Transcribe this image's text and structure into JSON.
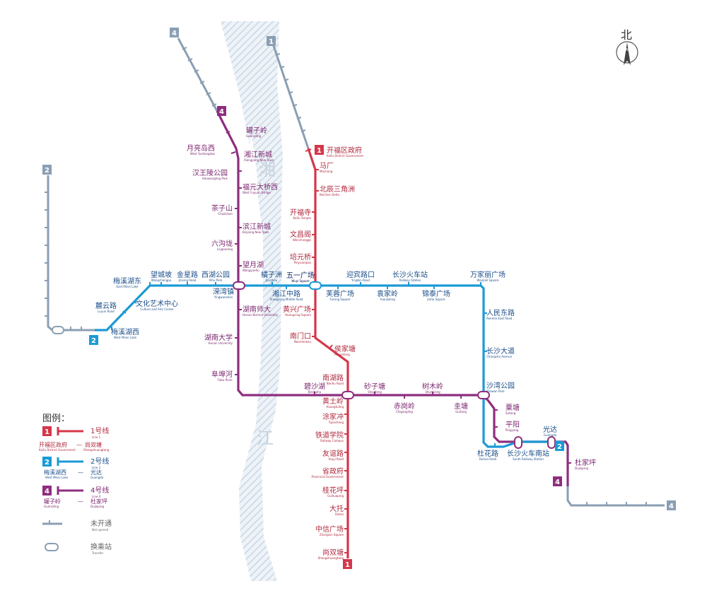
{
  "colors": {
    "line1": "#d4364a",
    "line2": "#1b9ad6",
    "line4": "#8e2e7e",
    "unopened": "#8a9fb3",
    "river": "#c9d6e4"
  },
  "river": {
    "label_1": "湘",
    "label_2": "江"
  },
  "compass": {
    "label": "北",
    "sub": "N"
  },
  "lines": {
    "line1": {
      "badge": "1",
      "stations": [
        {
          "cn": "开福区政府",
          "en": "Kaifu District Government"
        },
        {
          "cn": "马厂",
          "en": "Machang"
        },
        {
          "cn": "北辰三角洲",
          "en": "Beichen Delta"
        },
        {
          "cn": "开福寺",
          "en": "Kaifu Temple"
        },
        {
          "cn": "文昌阁",
          "en": "Wenchangge"
        },
        {
          "cn": "培元桥",
          "en": "Peiyuanqiao"
        },
        {
          "cn": "五一广场",
          "en": "Wuyi Square"
        },
        {
          "cn": "黄兴广场",
          "en": "Huangxing Square"
        },
        {
          "cn": "南门口",
          "en": "Nanmenkou"
        },
        {
          "cn": "侯家塘",
          "en": "Houjiatang"
        },
        {
          "cn": "南湖路",
          "en": "Nanhu Road"
        },
        {
          "cn": "黄土岭",
          "en": "Huangtuling"
        },
        {
          "cn": "涂家冲",
          "en": "Tujiachong"
        },
        {
          "cn": "铁道学院",
          "en": "Railway Campus"
        },
        {
          "cn": "友谊路",
          "en": "Youyi Road"
        },
        {
          "cn": "省政府",
          "en": "Provincial Government"
        },
        {
          "cn": "桂花坪",
          "en": "Guihuaping"
        },
        {
          "cn": "大托",
          "en": "Datuo"
        },
        {
          "cn": "中信广场",
          "en": "Zhongxin Square"
        },
        {
          "cn": "尚双塘",
          "en": "Shangshuangtang"
        }
      ]
    },
    "line2": {
      "badge": "2",
      "stations": [
        {
          "cn": "梅溪湖西",
          "en": "West Meixi Lake"
        },
        {
          "cn": "麓云路",
          "en": "Luyun Road"
        },
        {
          "cn": "文化艺术中心",
          "en": "Culture and Arts Center"
        },
        {
          "cn": "梅溪湖东",
          "en": "East Meixi Lake"
        },
        {
          "cn": "望城坡",
          "en": "Wangchengpo"
        },
        {
          "cn": "金星路",
          "en": "Jinxing Road"
        },
        {
          "cn": "西湖公园",
          "en": "Xihu Park"
        },
        {
          "cn": "溁湾镇",
          "en": "Yingwanzhen"
        },
        {
          "cn": "橘子洲",
          "en": "Juzizhou"
        },
        {
          "cn": "湘江中路",
          "en": "Xiangjiang Middle Road"
        },
        {
          "cn": "五一广场",
          "en": "Wuyi Square"
        },
        {
          "cn": "芙蓉广场",
          "en": "Furong Square"
        },
        {
          "cn": "迎宾路口",
          "en": "Yingbin Road"
        },
        {
          "cn": "袁家岭",
          "en": "Yuanjialing"
        },
        {
          "cn": "长沙火车站",
          "en": "Railway Station"
        },
        {
          "cn": "锦泰广场",
          "en": "Jintai Square"
        },
        {
          "cn": "万家丽广场",
          "en": "Wanjiali Square"
        },
        {
          "cn": "人民东路",
          "en": "Renmin East Road"
        },
        {
          "cn": "长沙大道",
          "en": "Changsha Avenue"
        },
        {
          "cn": "沙湾公园",
          "en": "Shawan Park"
        },
        {
          "cn": "杜花路",
          "en": "Duhua Road"
        },
        {
          "cn": "长沙火车南站",
          "en": "South Railway Station"
        },
        {
          "cn": "光达",
          "en": "Guangda"
        }
      ]
    },
    "line4": {
      "badge": "4",
      "stations": [
        {
          "cn": "罐子岭",
          "en": "Guanziling"
        },
        {
          "cn": "月亮岛西",
          "en": "West Yueliangdao"
        },
        {
          "cn": "湘江新城",
          "en": "Xiangjiang New Town"
        },
        {
          "cn": "汉王陵公园",
          "en": "Hanwangling Park"
        },
        {
          "cn": "福元大桥西",
          "en": "West Fuyuan Bridge"
        },
        {
          "cn": "茶子山",
          "en": "Chazishan"
        },
        {
          "cn": "滨江新城",
          "en": "Binjiang New Town"
        },
        {
          "cn": "六沟垅",
          "en": "Liugoulong"
        },
        {
          "cn": "望月湖",
          "en": "Wangyuehu"
        },
        {
          "cn": "湖南师大",
          "en": "Hunan Normal University"
        },
        {
          "cn": "湖南大学",
          "en": "Hunan University"
        },
        {
          "cn": "阜埠河",
          "en": "Fubu River"
        },
        {
          "cn": "碧沙湖",
          "en": "Beishahu"
        },
        {
          "cn": "砂子塘",
          "en": "Shazitang"
        },
        {
          "cn": "赤岗岭",
          "en": "Chigangling"
        },
        {
          "cn": "树木岭",
          "en": "Shumuling"
        },
        {
          "cn": "圭塘",
          "en": "Guitang"
        },
        {
          "cn": "粟塘",
          "en": "Sutang"
        },
        {
          "cn": "平阳",
          "en": "Pingyang"
        },
        {
          "cn": "杜家坪",
          "en": "Dujiaping"
        }
      ]
    }
  },
  "legend": {
    "title": "图例：",
    "line1_name": "1号线",
    "line1_name_en": "Line 1",
    "line1_from": "开福区政府",
    "line1_from_en": "Kaifu District Government",
    "line1_to": "尚双塘",
    "line1_to_en": "Shangshuangtang",
    "line2_name": "2号线",
    "line2_name_en": "Line 2",
    "line2_from": "梅溪湖西",
    "line2_from_en": "West Meixi Lake",
    "line2_to": "光达",
    "line2_to_en": "Guangda",
    "line4_name": "4号线",
    "line4_name_en": "Line 4",
    "line4_from": "罐子岭",
    "line4_from_en": "Guanziling",
    "line4_to": "杜家坪",
    "line4_to_en": "Dujiaping",
    "dash": "—",
    "unopened": "未开通",
    "unopened_en": "Not opened",
    "transfer": "换乘站",
    "transfer_en": "Transfer"
  }
}
